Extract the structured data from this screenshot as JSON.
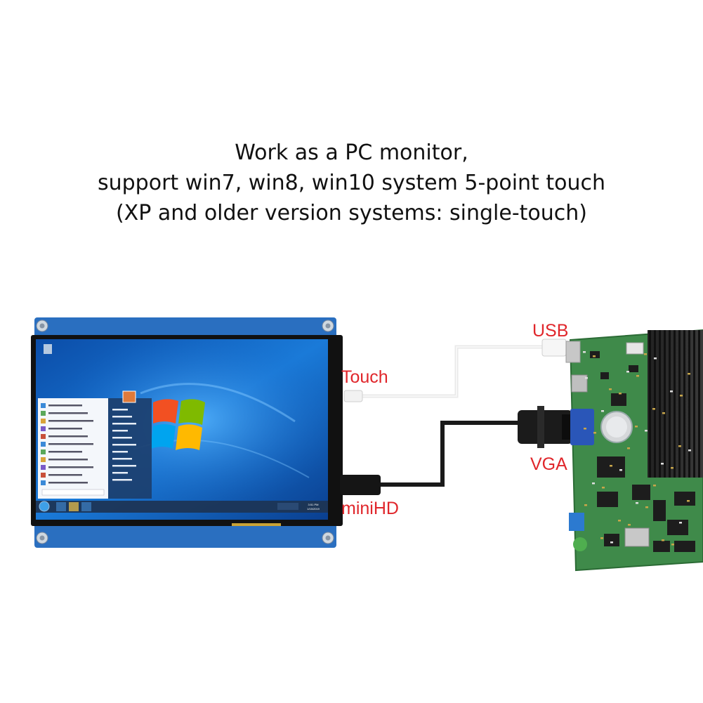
{
  "headline": {
    "line1": "Work as a PC monitor,",
    "line2": "support win7, win8, win10 system 5-point touch",
    "line3": "(XP and older version systems: single-touch)"
  },
  "port_labels": {
    "usb": "USB",
    "touch": "Touch",
    "vga": "VGA",
    "minihd": "miniHD"
  },
  "colors": {
    "label_red": "#e0262b",
    "pcb_green": "#3f8a4a",
    "screen_blue": "#1466c8",
    "bezel": "#111111",
    "board_blue": "#2a6fc0"
  },
  "icons": [
    "monitor-screen",
    "windows-logo",
    "start-menu",
    "taskbar",
    "pcb-board",
    "heatsink",
    "vga-connector",
    "hdmi-connector",
    "usb-cable"
  ]
}
